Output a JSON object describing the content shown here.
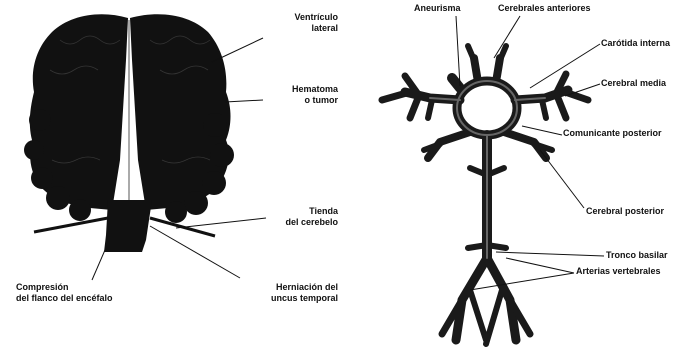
{
  "left_panel": {
    "labels": {
      "ventriculo_lateral": [
        "Ventrículo",
        "lateral"
      ],
      "hematoma_tumor": [
        "Hematoma",
        "o tumor"
      ],
      "tienda_cerebelo": [
        "Tienda",
        "del cerebelo"
      ],
      "compresion": [
        "Compresión",
        "del flanco del encéfalo"
      ],
      "herniacion": [
        "Herniación del",
        "uncus temporal"
      ]
    }
  },
  "right_panel": {
    "labels": {
      "aneurisma": "Aneurisma",
      "cerebrales_anteriores": "Cerebrales anteriores",
      "carotida_interna": "Carótida interna",
      "cerebral_media": "Cerebral media",
      "comunicante_posterior": "Comunicante posterior",
      "cerebral_posterior": "Cerebral posterior",
      "tronco_basilar": "Tronco basilar",
      "arterias_vertebrales": "Arterias vertebrales"
    }
  },
  "colors": {
    "ink": "#111111",
    "vessel_fill": "#1a1a1a",
    "vessel_highlight": "#7a7a7a"
  }
}
